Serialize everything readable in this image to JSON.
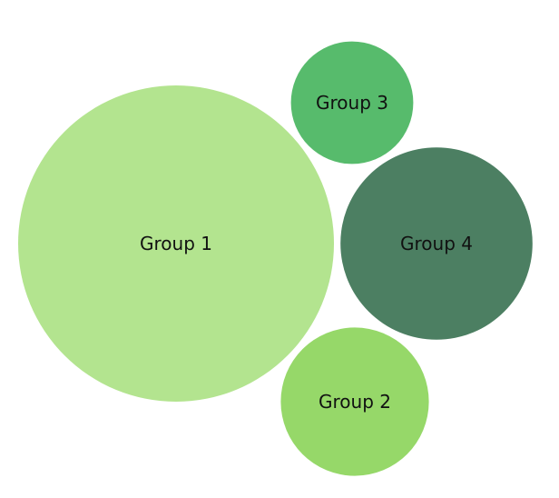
{
  "chart_data": {
    "type": "bubble",
    "title": "",
    "series": [
      {
        "name": "Group 1",
        "value": 100,
        "color": "#b3e48f"
      },
      {
        "name": "Group 2",
        "value": 22,
        "color": "#96d869"
      },
      {
        "name": "Group 3",
        "value": 15,
        "color": "#57bb6c"
      },
      {
        "name": "Group 4",
        "value": 37,
        "color": "#4c7f62"
      }
    ],
    "grid": false,
    "legend": "none"
  }
}
